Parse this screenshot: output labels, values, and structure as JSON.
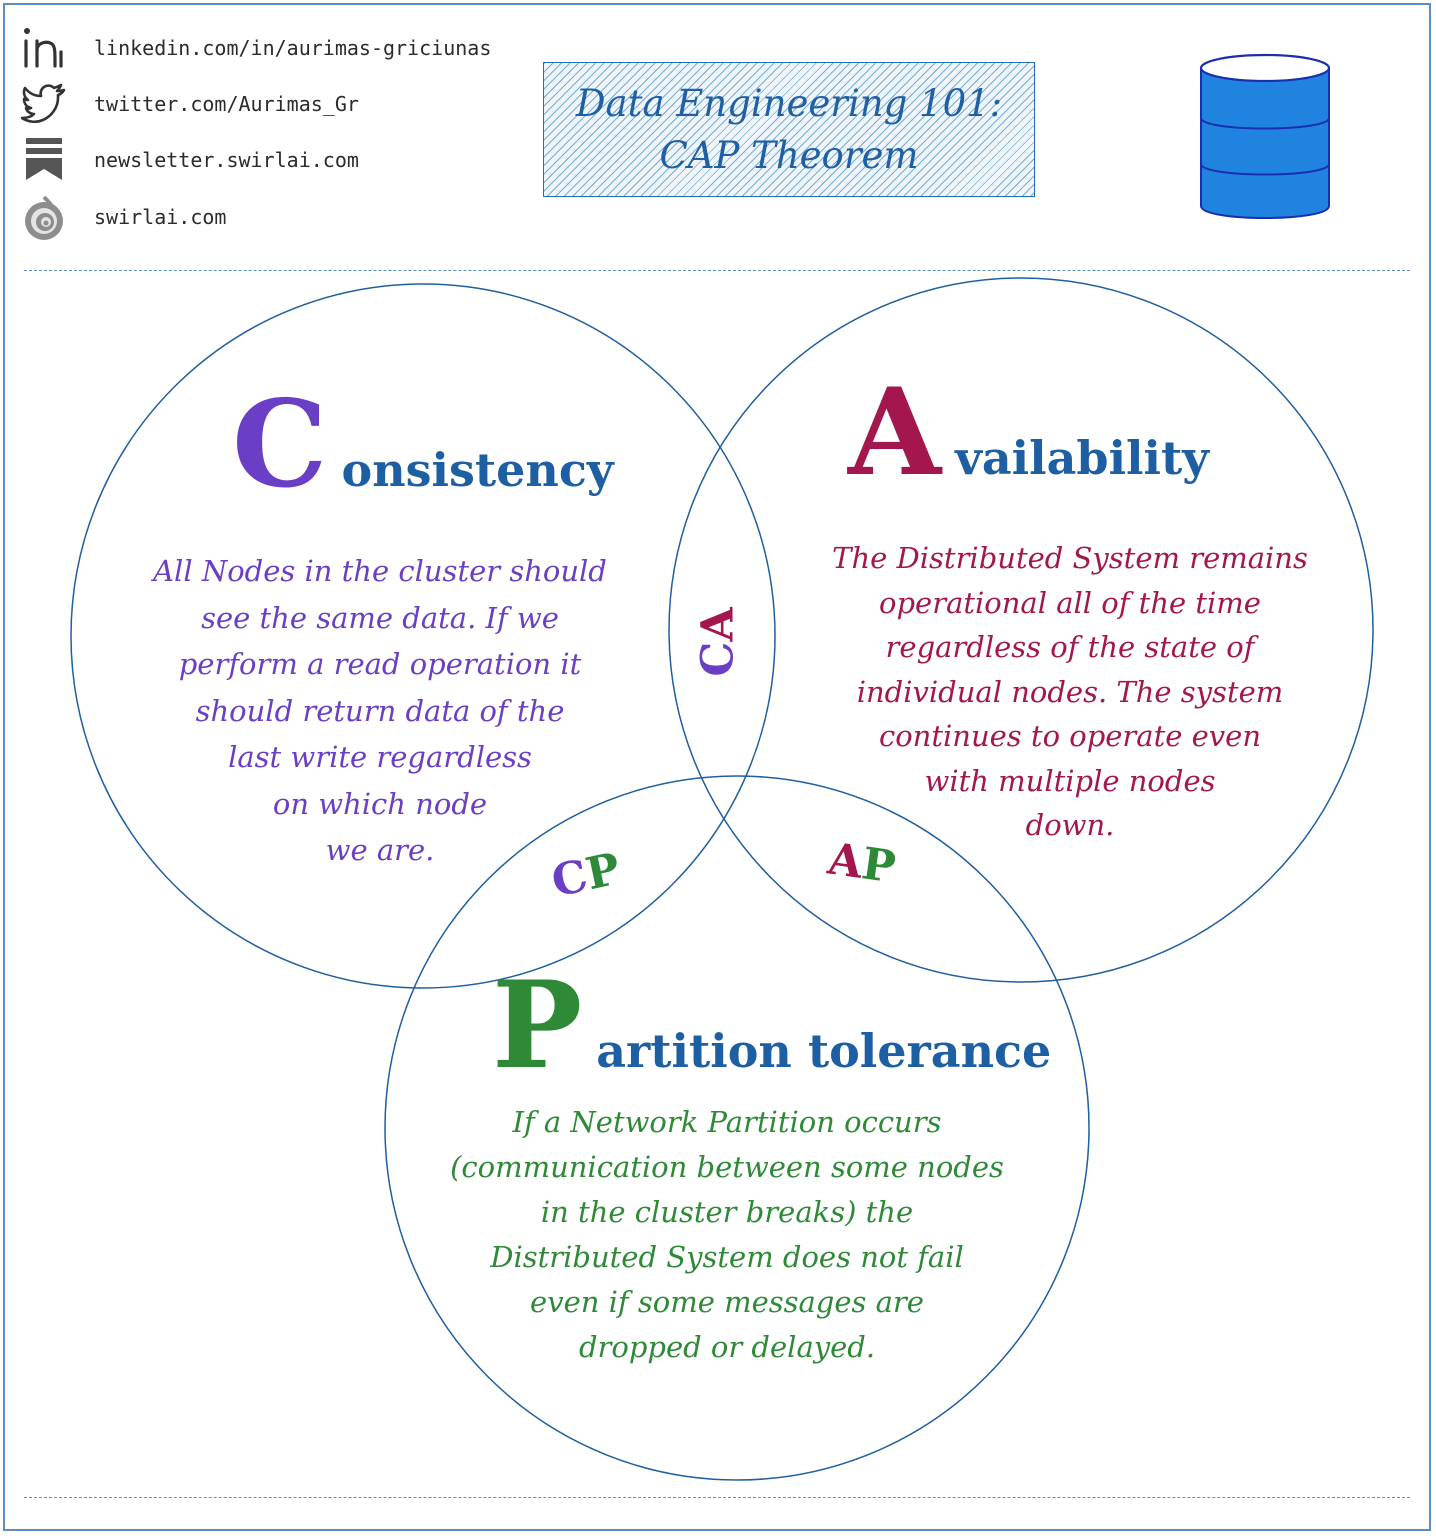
{
  "contacts": [
    {
      "icon": "linkedin-icon",
      "text": "linkedin.com/in/aurimas-griciunas"
    },
    {
      "icon": "twitter-icon",
      "text": "twitter.com/Aurimas_Gr"
    },
    {
      "icon": "newsletter-icon",
      "text": "newsletter.swirlai.com"
    },
    {
      "icon": "swirlai-icon",
      "text": "swirlai.com"
    }
  ],
  "title": {
    "line1": "Data Engineering 101:",
    "line2": "CAP Theorem"
  },
  "database_icon": "database-icon",
  "colors": {
    "consistency": "#6a3fc5",
    "availability": "#a3174e",
    "partition": "#2f8a38",
    "heading_rest": "#1e5fa3",
    "circle_stroke": "#1f5f9e",
    "database_fill": "#2083e0"
  },
  "consistency": {
    "letter": "C",
    "rest": "onsistency",
    "lines": [
      "All Nodes in the cluster should",
      "see the same data. If we",
      "perform a read operation it",
      "should return data of the",
      "last write regardless",
      "on which node",
      "we are."
    ]
  },
  "availability": {
    "letter": "A",
    "rest": "vailability",
    "lines": [
      "The Distributed System remains",
      "operational all of the time",
      "regardless of the state of",
      "individual nodes. The system",
      "continues to operate even",
      "with multiple nodes",
      "down."
    ]
  },
  "partition": {
    "letter": "P",
    "rest": "artition tolerance",
    "lines": [
      "If a Network Partition occurs",
      "(communication between some nodes",
      "in the cluster breaks) the",
      "Distributed System does not fail",
      "even if some messages are",
      "dropped or delayed."
    ]
  },
  "intersections": {
    "ca": {
      "first": "C",
      "second": "A"
    },
    "cp": {
      "first": "C",
      "second": "P"
    },
    "ap": {
      "first": "A",
      "second": "P"
    }
  }
}
